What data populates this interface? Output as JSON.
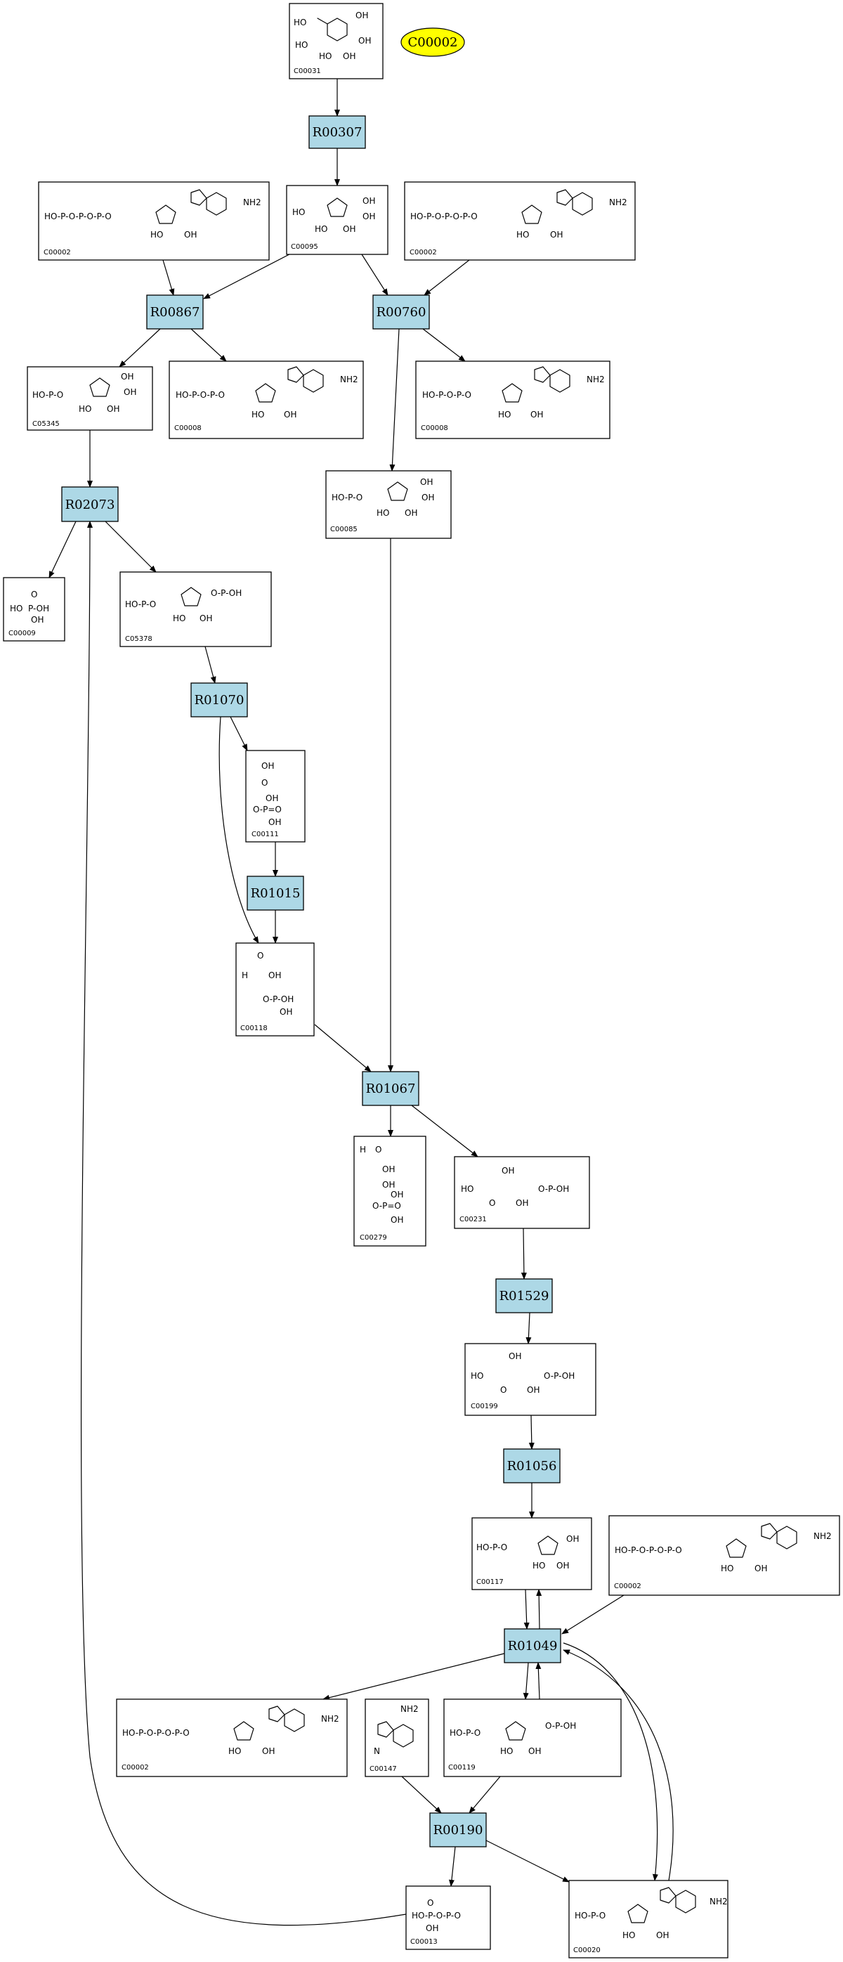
{
  "colors": {
    "reaction_fill": "#add8e6",
    "cofactor_fill": "#ffff00",
    "box_stroke": "#000000"
  },
  "cofactor": {
    "label": "C00002"
  },
  "reactions": {
    "R00307": "R00307",
    "R00867": "R00867",
    "R00760": "R00760",
    "R02073": "R02073",
    "R01070": "R01070",
    "R01015": "R01015",
    "R01067": "R01067",
    "R01529": "R01529",
    "R01056": "R01056",
    "R01049": "R01049",
    "R00190": "R00190"
  },
  "compounds": {
    "c00031": "C00031",
    "c00002_a": "C00002",
    "c00095": "C00095",
    "c00002_b": "C00002",
    "c05345": "C05345",
    "c00008_a": "C00008",
    "c00008_b": "C00008",
    "c00085": "C00085",
    "c00009": "C00009",
    "c05378": "C05378",
    "c00111": "C00111",
    "c00118": "C00118",
    "c00279": "C00279",
    "c00231": "C00231",
    "c00199": "C00199",
    "c00117": "C00117",
    "c00002_c": "C00002",
    "c00002_d": "C00002",
    "c00147": "C00147",
    "c00119": "C00119",
    "c00013": "C00013",
    "c00020": "C00020"
  },
  "atoms": {
    "oh": "OH",
    "ho": "HO",
    "o": "O",
    "p": "P",
    "n": "N",
    "nh2": "NH2",
    "h": "H",
    "ho_p_o": "HO-P-O",
    "ho_p_o_p_o": "HO-P-O-P-O",
    "ho_p_o_p_o_p_o": "HO-P-O-P-O-P-O",
    "o_p_oh": "O-P-OH",
    "o_p_o": "O-P=O",
    "oh_p_oh": "P-OH"
  }
}
